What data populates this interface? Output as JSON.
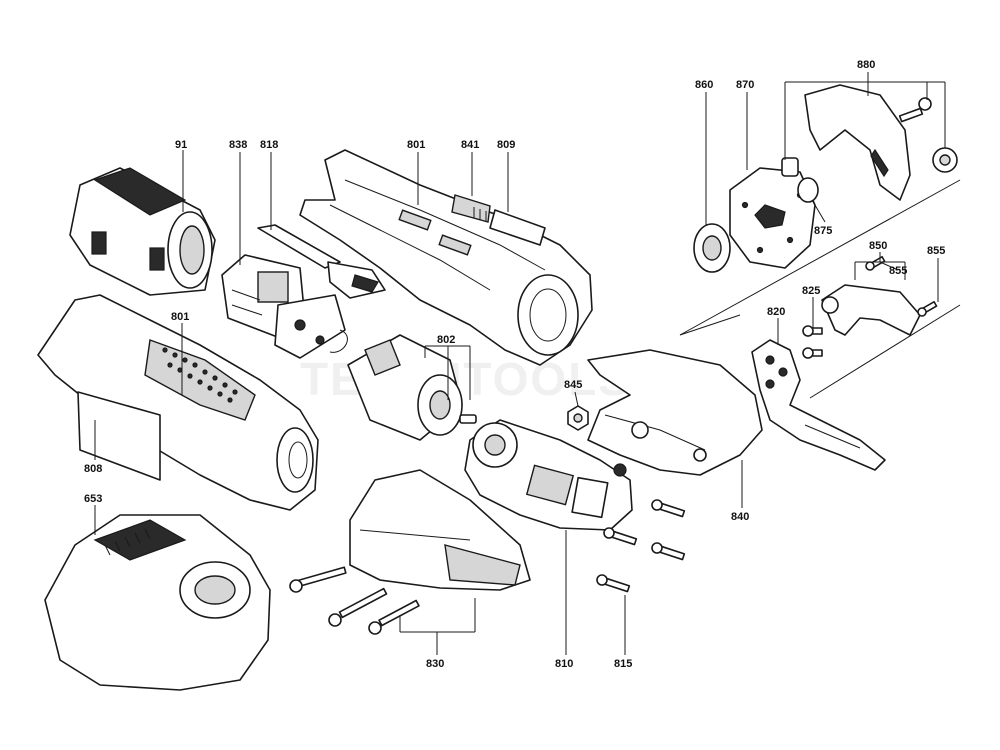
{
  "watermark": "TESSUTOOLS",
  "callouts": {
    "c91": "91",
    "c838": "838",
    "c818": "818",
    "c801_top": "801",
    "c841": "841",
    "c809": "809",
    "c860": "860",
    "c870": "870",
    "c880": "880",
    "c875": "875",
    "c850": "850",
    "c855_a": "855",
    "c855_b": "855",
    "c825": "825",
    "c820": "820",
    "c801_left": "801",
    "c802": "802",
    "c845": "845",
    "c808": "808",
    "c653": "653",
    "c840": "840",
    "c830": "830",
    "c810": "810",
    "c815": "815"
  }
}
